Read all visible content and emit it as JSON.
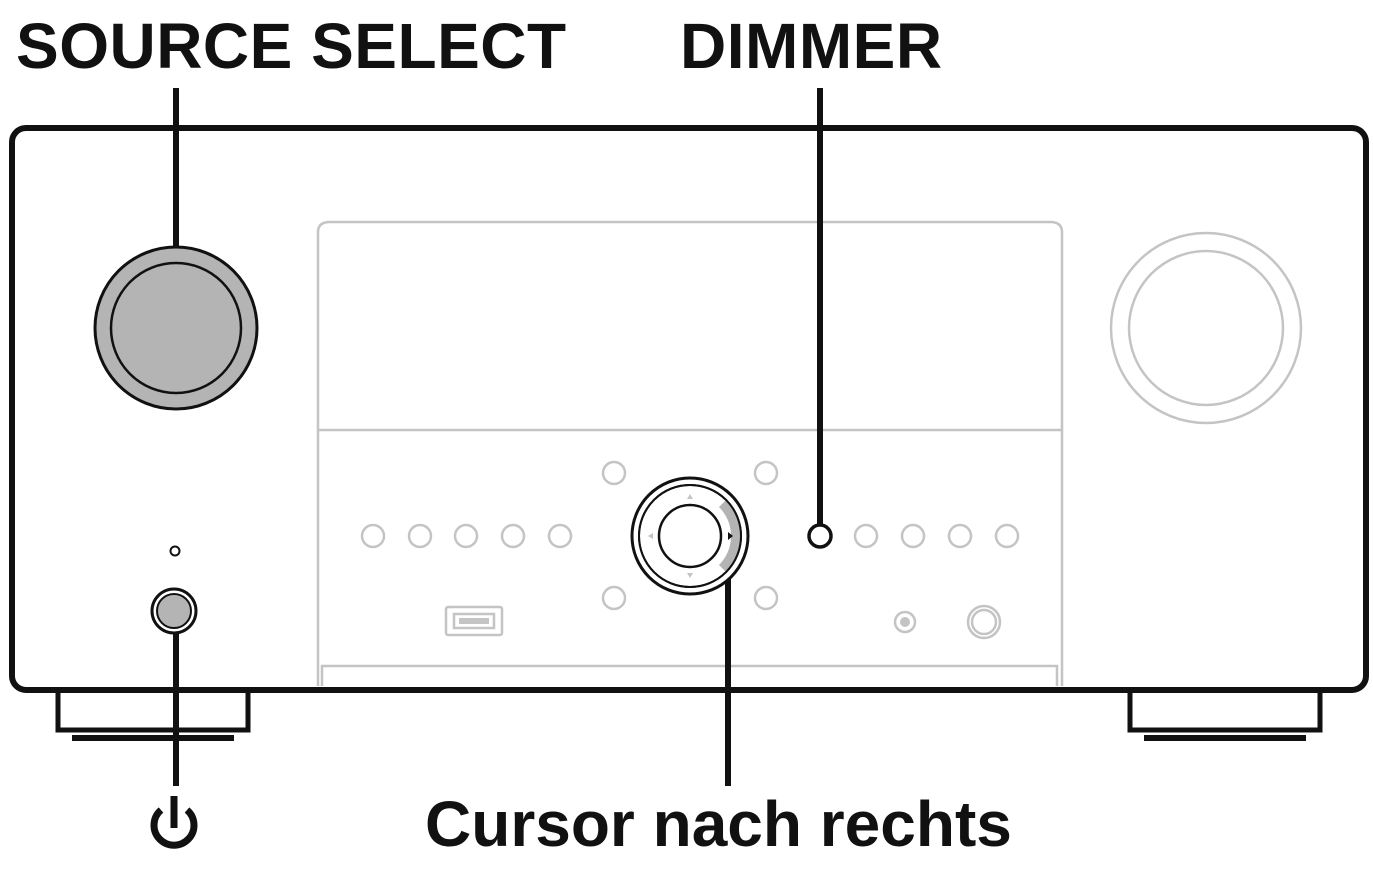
{
  "labels": {
    "source_select": "SOURCE SELECT",
    "dimmer": "DIMMER",
    "cursor_right": "Cursor nach rechts"
  },
  "icons": {
    "power": "power-icon"
  },
  "colors": {
    "outline": "#111111",
    "faded": "#c4c4c4",
    "highlight_fill": "#b4b4b4"
  }
}
